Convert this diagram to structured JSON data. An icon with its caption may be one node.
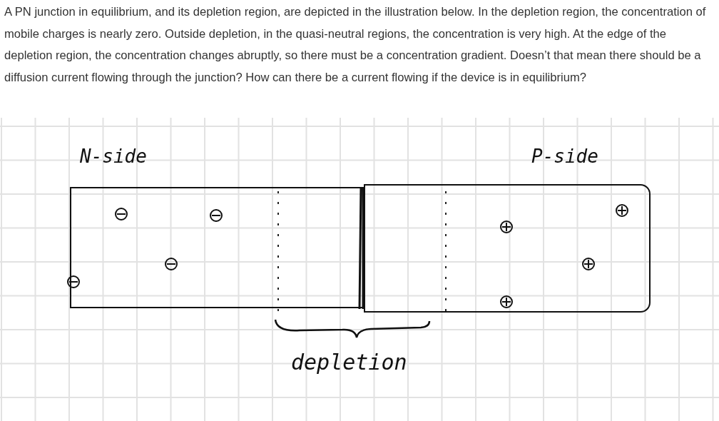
{
  "diagram": {
    "caption": "A PN junction in equilibrium, and its depletion region, are depicted in the illustration below. In the depletion region, the concentration of mobile charges is nearly zero. Outside depletion, in the quasi-neutral regions, the concentration is very high. At the edge of the depletion region, the concentration changes abruptly, so there must be a concentration gradient. Doesn’t that mean there should be a diffusion current flowing through the junction? How can there be a current flowing if the device is in equilibrium?",
    "nodes": [
      {
        "text": [
          "N-side"
        ]
      },
      {
        "text": [
          "P-side"
        ]
      }
    ],
    "labels": [
      "depletion"
    ]
  }
}
